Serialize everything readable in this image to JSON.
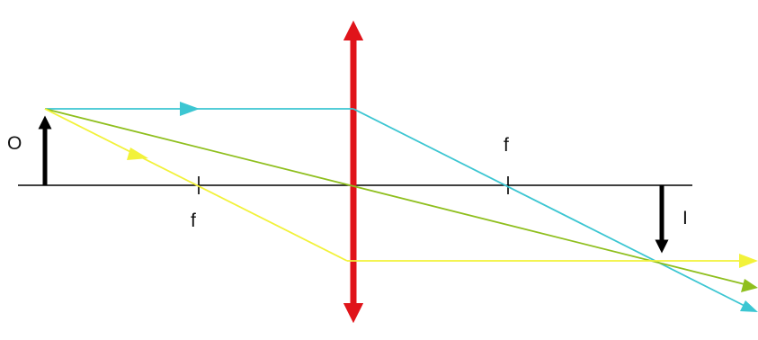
{
  "labels": {
    "object": "O",
    "image": "I",
    "focal_left": "f",
    "focal_right": "f"
  },
  "colors": {
    "axis": "#000000",
    "lens": "#e0141a",
    "ray_parallel": "#3cc6d2",
    "ray_center": "#8fbf1e",
    "ray_focal": "#f2f23a",
    "arrows": "#000000"
  }
}
